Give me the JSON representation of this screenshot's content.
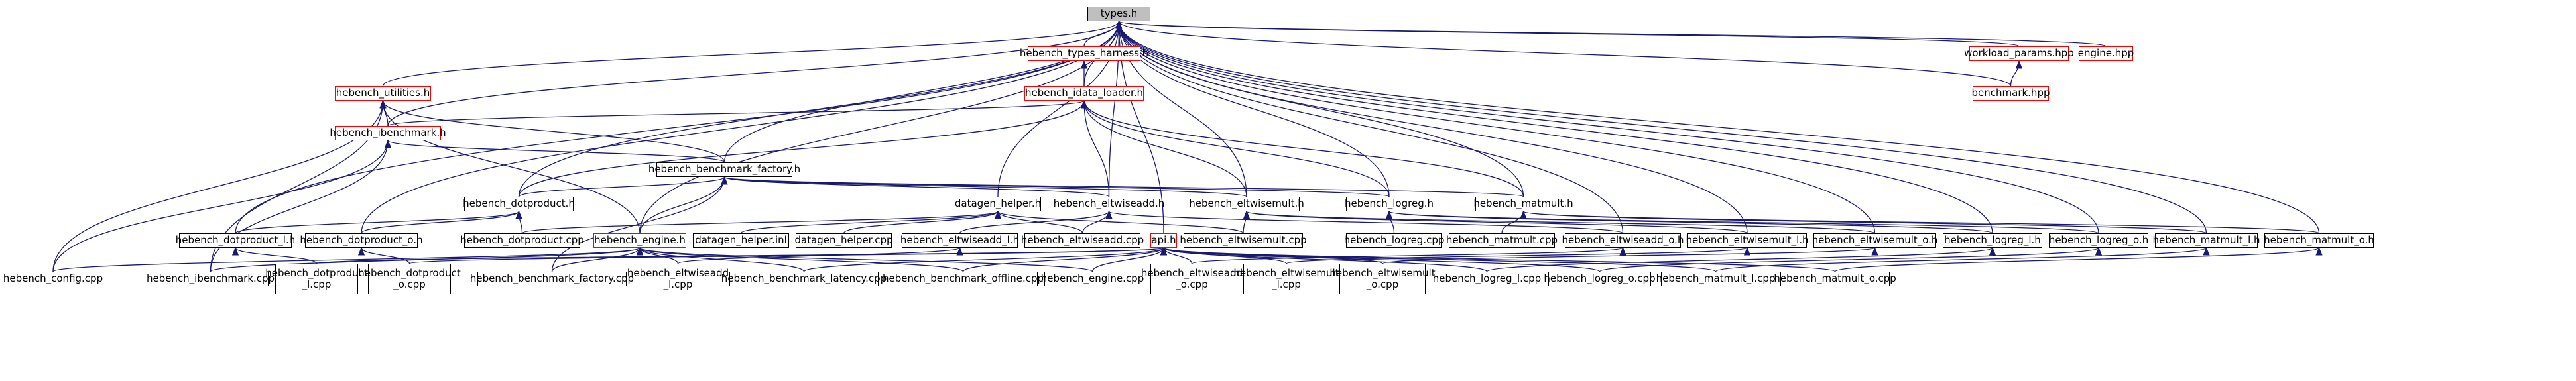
{
  "title": "types.h",
  "colors": {
    "normal_border": "#000000",
    "truncated_border": "#ff0000",
    "root_fill": "#bfbfbf",
    "edge": "#191970"
  },
  "nodes": [
    {
      "id": "types",
      "label": "types.h",
      "kind": "root"
    },
    {
      "id": "harness",
      "label": "hebench_types_harness.h",
      "kind": "truncated"
    },
    {
      "id": "workload",
      "label": "workload_params.hpp",
      "kind": "truncated"
    },
    {
      "id": "engine_hpp",
      "label": "engine.hpp",
      "kind": "truncated"
    },
    {
      "id": "benchmark_hpp",
      "label": "benchmark.hpp",
      "kind": "truncated"
    },
    {
      "id": "utilities",
      "label": "hebench_utilities.h",
      "kind": "truncated"
    },
    {
      "id": "idata_loader",
      "label": "hebench_idata_loader.h",
      "kind": "truncated"
    },
    {
      "id": "ibenchmark",
      "label": "hebench_ibenchmark.h",
      "kind": "truncated"
    },
    {
      "id": "bfactory_h",
      "label": "hebench_benchmark_factory.h",
      "kind": "normal"
    },
    {
      "id": "dotproduct_h",
      "label": "hebench_dotproduct.h",
      "kind": "normal"
    },
    {
      "id": "datagen_h",
      "label": "datagen_helper.h",
      "kind": "normal"
    },
    {
      "id": "eltadd_h",
      "label": "hebench_eltwiseadd.h",
      "kind": "normal"
    },
    {
      "id": "eltmult_h",
      "label": "hebench_eltwisemult.h",
      "kind": "normal"
    },
    {
      "id": "logreg_h",
      "label": "hebench_logreg.h",
      "kind": "normal"
    },
    {
      "id": "matmult_h",
      "label": "hebench_matmult.h",
      "kind": "normal"
    },
    {
      "id": "dotproduct_l_h",
      "label": "hebench_dotproduct_l.h",
      "kind": "normal"
    },
    {
      "id": "dotproduct_o_h",
      "label": "hebench_dotproduct_o.h",
      "kind": "normal"
    },
    {
      "id": "dotproduct_cpp",
      "label": "hebench_dotproduct.cpp",
      "kind": "normal"
    },
    {
      "id": "engine_h",
      "label": "hebench_engine.h",
      "kind": "truncated"
    },
    {
      "id": "datagen_inl",
      "label": "datagen_helper.inl",
      "kind": "normal"
    },
    {
      "id": "datagen_cpp",
      "label": "datagen_helper.cpp",
      "kind": "normal"
    },
    {
      "id": "eltadd_l_h",
      "label": "hebench_eltwiseadd_l.h",
      "kind": "normal"
    },
    {
      "id": "eltadd_cpp",
      "label": "hebench_eltwiseadd.cpp",
      "kind": "normal"
    },
    {
      "id": "api_h",
      "label": "api.h",
      "kind": "truncated"
    },
    {
      "id": "eltmult_cpp",
      "label": "hebench_eltwisemult.cpp",
      "kind": "normal"
    },
    {
      "id": "logreg_cpp",
      "label": "hebench_logreg.cpp",
      "kind": "normal"
    },
    {
      "id": "matmult_cpp",
      "label": "hebench_matmult.cpp",
      "kind": "normal"
    },
    {
      "id": "eltadd_o_h",
      "label": "hebench_eltwiseadd_o.h",
      "kind": "normal"
    },
    {
      "id": "eltmult_l_h",
      "label": "hebench_eltwisemult_l.h",
      "kind": "normal"
    },
    {
      "id": "eltmult_o_h",
      "label": "hebench_eltwisemult_o.h",
      "kind": "normal"
    },
    {
      "id": "logreg_l_h",
      "label": "hebench_logreg_l.h",
      "kind": "normal"
    },
    {
      "id": "logreg_o_h",
      "label": "hebench_logreg_o.h",
      "kind": "normal"
    },
    {
      "id": "matmult_l_h",
      "label": "hebench_matmult_l.h",
      "kind": "normal"
    },
    {
      "id": "matmult_o_h",
      "label": "hebench_matmult_o.h",
      "kind": "normal"
    },
    {
      "id": "config_cpp",
      "label": "hebench_config.cpp",
      "kind": "normal"
    },
    {
      "id": "ibenchmark_cpp",
      "label": "hebench_ibenchmark.cpp",
      "kind": "normal"
    },
    {
      "id": "dotproduct_l_cpp",
      "label": "hebench_dotproduct",
      "label2": "_l.cpp",
      "kind": "normal"
    },
    {
      "id": "dotproduct_o_cpp",
      "label": "hebench_dotproduct",
      "label2": "_o.cpp",
      "kind": "normal"
    },
    {
      "id": "bfactory_cpp",
      "label": "hebench_benchmark_factory.cpp",
      "kind": "normal"
    },
    {
      "id": "eltadd_l_cpp",
      "label": "hebench_eltwiseadd",
      "label2": "_l.cpp",
      "kind": "normal"
    },
    {
      "id": "bm_latency_cpp",
      "label": "hebench_benchmark_latency.cpp",
      "kind": "normal"
    },
    {
      "id": "bm_offline_cpp",
      "label": "hebench_benchmark_offline.cpp",
      "kind": "normal"
    },
    {
      "id": "engine_cpp",
      "label": "hebench_engine.cpp",
      "kind": "normal"
    },
    {
      "id": "eltadd_o_cpp",
      "label": "hebench_eltwiseadd",
      "label2": "_o.cpp",
      "kind": "normal"
    },
    {
      "id": "eltmult_l_cpp",
      "label": "hebench_eltwisemult",
      "label2": "_l.cpp",
      "kind": "normal"
    },
    {
      "id": "eltmult_o_cpp",
      "label": "hebench_eltwisemult",
      "label2": "_o.cpp",
      "kind": "normal"
    },
    {
      "id": "logreg_l_cpp",
      "label": "hebench_logreg_l.cpp",
      "kind": "normal"
    },
    {
      "id": "logreg_o_cpp",
      "label": "hebench_logreg_o.cpp",
      "kind": "normal"
    },
    {
      "id": "matmult_l_cpp",
      "label": "hebench_matmult_l.cpp",
      "kind": "normal"
    },
    {
      "id": "matmult_o_cpp",
      "label": "hebench_matmult_o.cpp",
      "kind": "normal"
    }
  ],
  "edges": [
    [
      "harness",
      "types"
    ],
    [
      "workload",
      "types"
    ],
    [
      "engine_hpp",
      "types"
    ],
    [
      "benchmark_hpp",
      "workload"
    ],
    [
      "benchmark_hpp",
      "types"
    ],
    [
      "utilities",
      "types"
    ],
    [
      "idata_loader",
      "harness"
    ],
    [
      "idata_loader",
      "types"
    ],
    [
      "ibenchmark",
      "utilities"
    ],
    [
      "ibenchmark",
      "idata_loader"
    ],
    [
      "ibenchmark",
      "types"
    ],
    [
      "bfactory_h",
      "ibenchmark"
    ],
    [
      "bfactory_h",
      "utilities"
    ],
    [
      "bfactory_h",
      "types"
    ],
    [
      "dotproduct_h",
      "bfactory_h"
    ],
    [
      "dotproduct_h",
      "idata_loader"
    ],
    [
      "dotproduct_h",
      "types"
    ],
    [
      "datagen_h",
      "types"
    ],
    [
      "eltadd_h",
      "bfactory_h"
    ],
    [
      "eltadd_h",
      "idata_loader"
    ],
    [
      "eltadd_h",
      "types"
    ],
    [
      "eltmult_h",
      "bfactory_h"
    ],
    [
      "eltmult_h",
      "idata_loader"
    ],
    [
      "eltmult_h",
      "types"
    ],
    [
      "logreg_h",
      "bfactory_h"
    ],
    [
      "logreg_h",
      "idata_loader"
    ],
    [
      "logreg_h",
      "types"
    ],
    [
      "matmult_h",
      "bfactory_h"
    ],
    [
      "matmult_h",
      "idata_loader"
    ],
    [
      "matmult_h",
      "types"
    ],
    [
      "dotproduct_l_h",
      "dotproduct_h"
    ],
    [
      "dotproduct_l_h",
      "types"
    ],
    [
      "dotproduct_o_h",
      "dotproduct_h"
    ],
    [
      "dotproduct_o_h",
      "types"
    ],
    [
      "dotproduct_cpp",
      "dotproduct_h"
    ],
    [
      "dotproduct_cpp",
      "datagen_h"
    ],
    [
      "engine_h",
      "bfactory_h"
    ],
    [
      "engine_h",
      "utilities"
    ],
    [
      "engine_h",
      "types"
    ],
    [
      "datagen_inl",
      "datagen_h"
    ],
    [
      "datagen_cpp",
      "datagen_h"
    ],
    [
      "eltadd_l_h",
      "eltadd_h"
    ],
    [
      "eltadd_cpp",
      "eltadd_h"
    ],
    [
      "eltadd_cpp",
      "datagen_h"
    ],
    [
      "api_h",
      "types"
    ],
    [
      "eltmult_cpp",
      "eltmult_h"
    ],
    [
      "eltmult_cpp",
      "datagen_h"
    ],
    [
      "logreg_cpp",
      "logreg_h"
    ],
    [
      "matmult_cpp",
      "matmult_h"
    ],
    [
      "eltadd_o_h",
      "eltadd_h"
    ],
    [
      "eltadd_o_h",
      "types"
    ],
    [
      "eltmult_l_h",
      "eltmult_h"
    ],
    [
      "eltmult_l_h",
      "types"
    ],
    [
      "eltmult_o_h",
      "eltmult_h"
    ],
    [
      "eltmult_o_h",
      "types"
    ],
    [
      "logreg_l_h",
      "logreg_h"
    ],
    [
      "logreg_l_h",
      "types"
    ],
    [
      "logreg_o_h",
      "logreg_h"
    ],
    [
      "logreg_o_h",
      "types"
    ],
    [
      "matmult_l_h",
      "matmult_h"
    ],
    [
      "matmult_l_h",
      "types"
    ],
    [
      "matmult_o_h",
      "matmult_h"
    ],
    [
      "matmult_o_h",
      "types"
    ],
    [
      "config_cpp",
      "utilities"
    ],
    [
      "config_cpp",
      "ibenchmark"
    ],
    [
      "config_cpp",
      "engine_h"
    ],
    [
      "ibenchmark_cpp",
      "ibenchmark"
    ],
    [
      "ibenchmark_cpp",
      "utilities"
    ],
    [
      "ibenchmark_cpp",
      "engine_h"
    ],
    [
      "dotproduct_l_cpp",
      "dotproduct_l_h"
    ],
    [
      "dotproduct_l_cpp",
      "api_h"
    ],
    [
      "dotproduct_o_cpp",
      "dotproduct_o_h"
    ],
    [
      "dotproduct_o_cpp",
      "api_h"
    ],
    [
      "bfactory_cpp",
      "bfactory_h"
    ],
    [
      "bfactory_cpp",
      "engine_h"
    ],
    [
      "eltadd_l_cpp",
      "eltadd_l_h"
    ],
    [
      "eltadd_l_cpp",
      "engine_h"
    ],
    [
      "bm_latency_cpp",
      "engine_h"
    ],
    [
      "bm_latency_cpp",
      "api_h"
    ],
    [
      "bm_offline_cpp",
      "engine_h"
    ],
    [
      "bm_offline_cpp",
      "api_h"
    ],
    [
      "engine_cpp",
      "engine_h"
    ],
    [
      "engine_cpp",
      "api_h"
    ],
    [
      "eltadd_o_cpp",
      "eltadd_o_h"
    ],
    [
      "eltadd_o_cpp",
      "api_h"
    ],
    [
      "eltmult_l_cpp",
      "eltmult_l_h"
    ],
    [
      "eltmult_l_cpp",
      "api_h"
    ],
    [
      "eltmult_o_cpp",
      "eltmult_o_h"
    ],
    [
      "eltmult_o_cpp",
      "api_h"
    ],
    [
      "logreg_l_cpp",
      "logreg_l_h"
    ],
    [
      "logreg_l_cpp",
      "api_h"
    ],
    [
      "logreg_o_cpp",
      "logreg_o_h"
    ],
    [
      "logreg_o_cpp",
      "api_h"
    ],
    [
      "matmult_l_cpp",
      "matmult_l_h"
    ],
    [
      "matmult_l_cpp",
      "api_h"
    ],
    [
      "matmult_o_cpp",
      "matmult_o_h"
    ],
    [
      "matmult_o_cpp",
      "api_h"
    ]
  ]
}
